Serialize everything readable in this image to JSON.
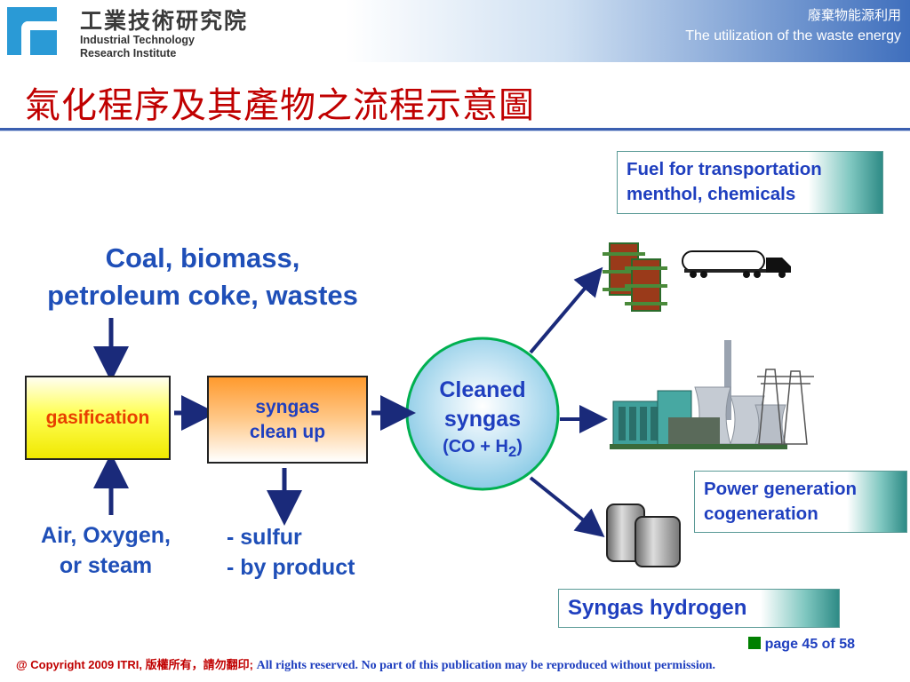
{
  "header": {
    "org_name_zh": "工業技術研究院",
    "org_name_en_line1": "Industrial Technology",
    "org_name_en_line2": "Research Institute",
    "topic_zh": "廢棄物能源利用",
    "topic_en": "The utilization of the waste energy"
  },
  "title": "氣化程序及其產物之流程示意圖",
  "diagram": {
    "feedstock_line1": "Coal, biomass,",
    "feedstock_line2": "petroleum coke, wastes",
    "gasification": "gasification",
    "cleanup_line1": "syngas",
    "cleanup_line2": "clean up",
    "cleaned_line1": "Cleaned",
    "cleaned_line2": "syngas",
    "cleaned_formula_prefix": "(CO + H",
    "cleaned_formula_sub": "2",
    "cleaned_formula_suffix": ")",
    "inputs_line1": "Air, Oxygen,",
    "inputs_line2": "or  steam",
    "byproduct_line1": "- sulfur",
    "byproduct_line2": "- by product"
  },
  "outputs": {
    "fuel_line1": "Fuel for transportation",
    "fuel_line2": "menthol, chemicals",
    "power_line1": "Power generation",
    "power_line2": "cogeneration",
    "hydrogen": "Syngas hydrogen"
  },
  "footer": {
    "page": "page 45 of 58",
    "copyright_prefix": "@ Copyright 2009 ITRI,",
    "copyright_zh": "版權所有，請勿翻印;",
    "copyright_notice": "All rights reserved. No part of this publication may be reproduced without permission."
  },
  "colors": {
    "title_red": "#c00000",
    "text_blue": "#1f3fbf",
    "header_blue": "#3f6fbd",
    "arrow_navy": "#1a2a7a"
  }
}
